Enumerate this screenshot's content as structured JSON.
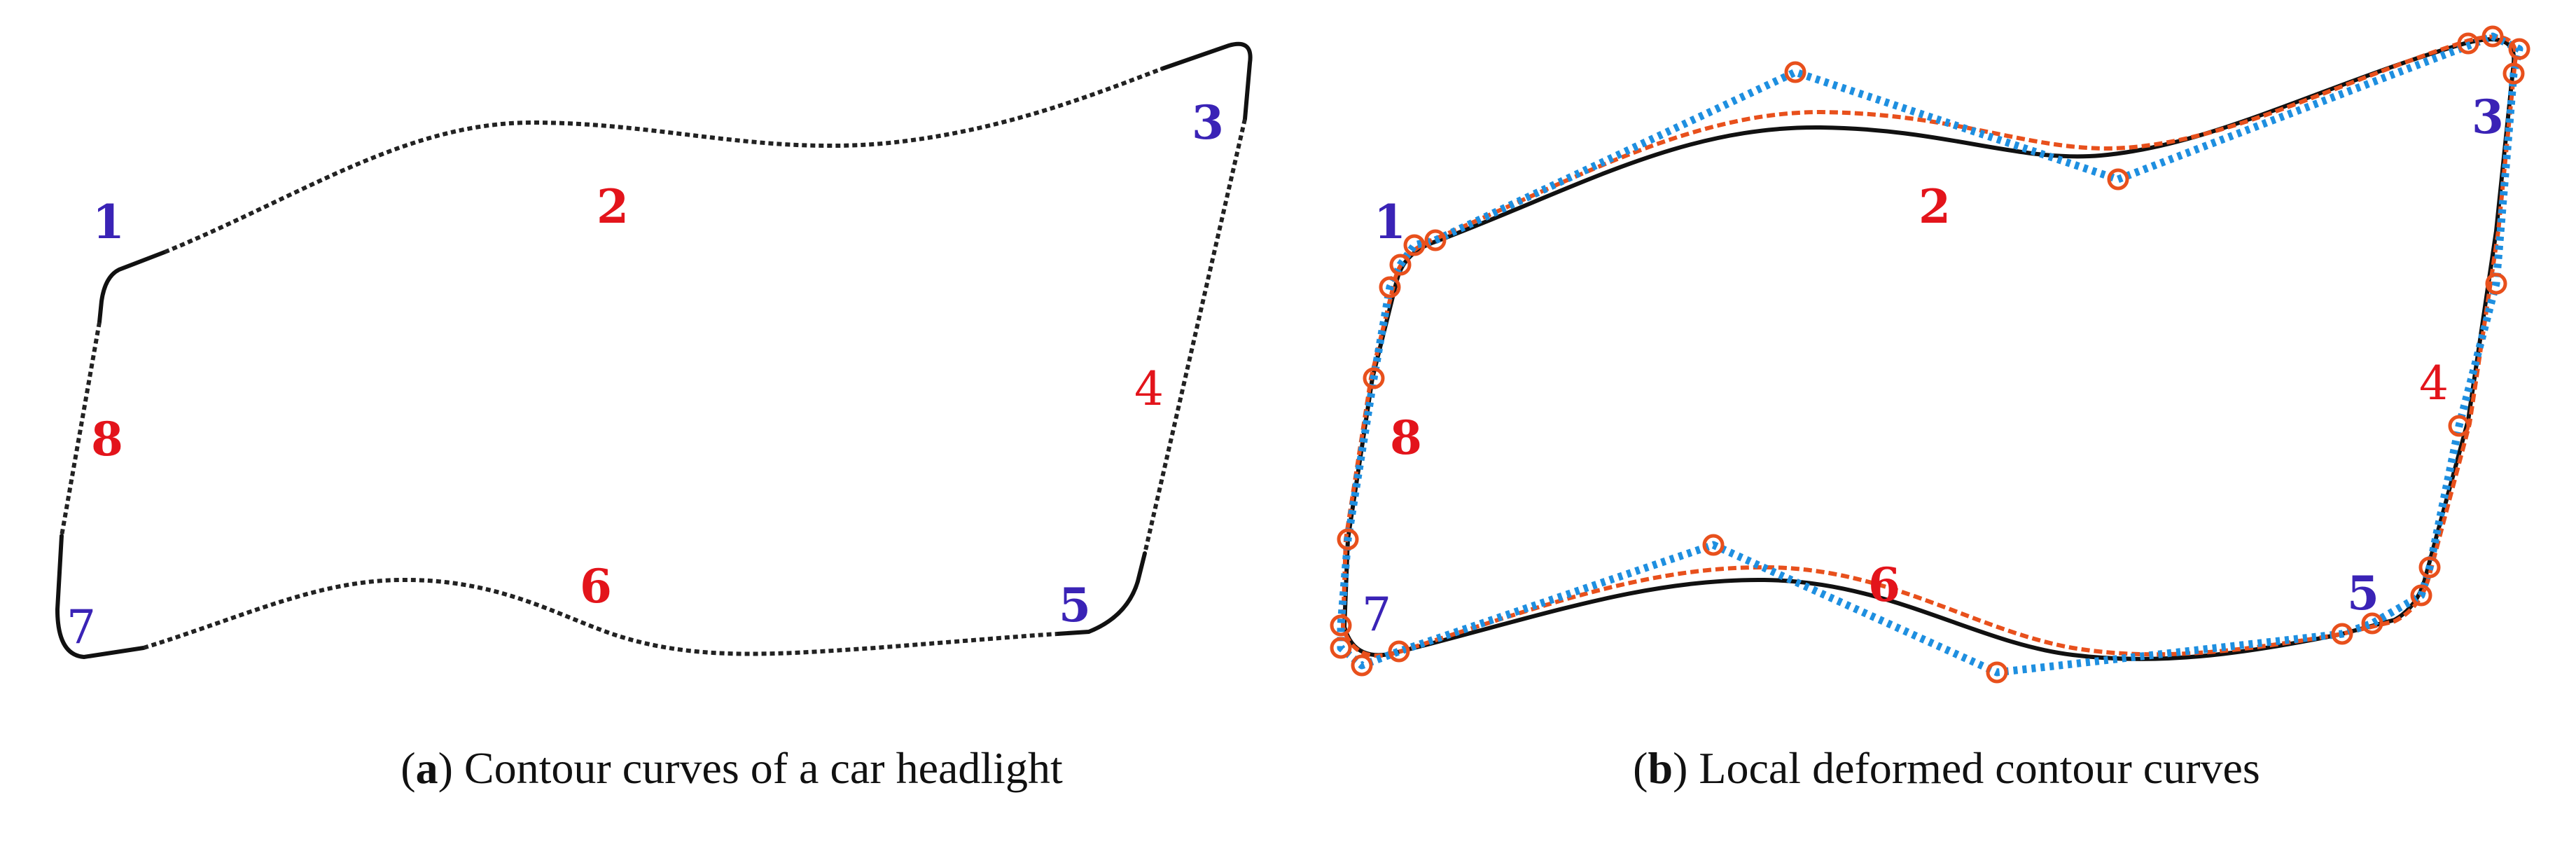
{
  "panels": [
    {
      "id": "a",
      "caption_letter": "a",
      "caption_text": "Contour curves of a car headlight",
      "labels": {
        "1": "1",
        "2": "2",
        "3": "3",
        "4": "4",
        "5": "5",
        "6": "6",
        "7": "7",
        "8": "8"
      }
    },
    {
      "id": "b",
      "caption_letter": "b",
      "caption_text": "Local deformed contour curves",
      "labels": {
        "1": "1",
        "2": "2",
        "3": "3",
        "4": "4",
        "5": "5",
        "6": "6",
        "7": "7",
        "8": "8"
      }
    }
  ],
  "colors": {
    "corner_label": "#3a23b6",
    "curve_label": "#e3141b",
    "contour": "#111111",
    "control_polygon": "#1e8fe0",
    "deformed_curve": "#e8501c",
    "control_point": "#e8501c"
  }
}
